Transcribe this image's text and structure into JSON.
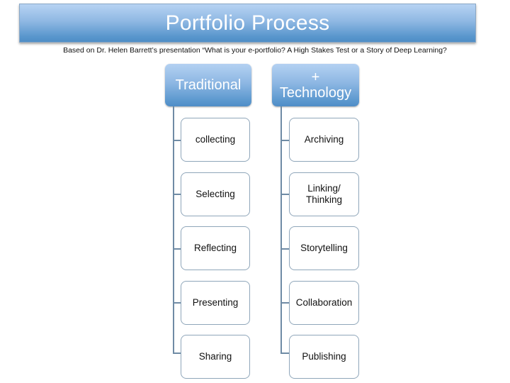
{
  "title": "Portfolio Process",
  "subtitle": "Based on Dr. Helen Barrett’s presentation “What is your e-portfolio? A High Stakes Test or a Story of Deep Learning?",
  "colors": {
    "header_gradient_top": "#b4d1f2",
    "header_gradient_bottom": "#4f8dc7",
    "connector": "#6f8ba5",
    "box_border": "#8fa6ba"
  },
  "columns": [
    {
      "header": "Traditional",
      "items": [
        "collecting",
        "Selecting",
        "Reflecting",
        "Presenting",
        "Sharing"
      ]
    },
    {
      "header": "+\nTechnology",
      "items": [
        "Archiving",
        "Linking/\nThinking",
        "Storytelling",
        "Collaboration",
        "Publishing"
      ]
    }
  ]
}
